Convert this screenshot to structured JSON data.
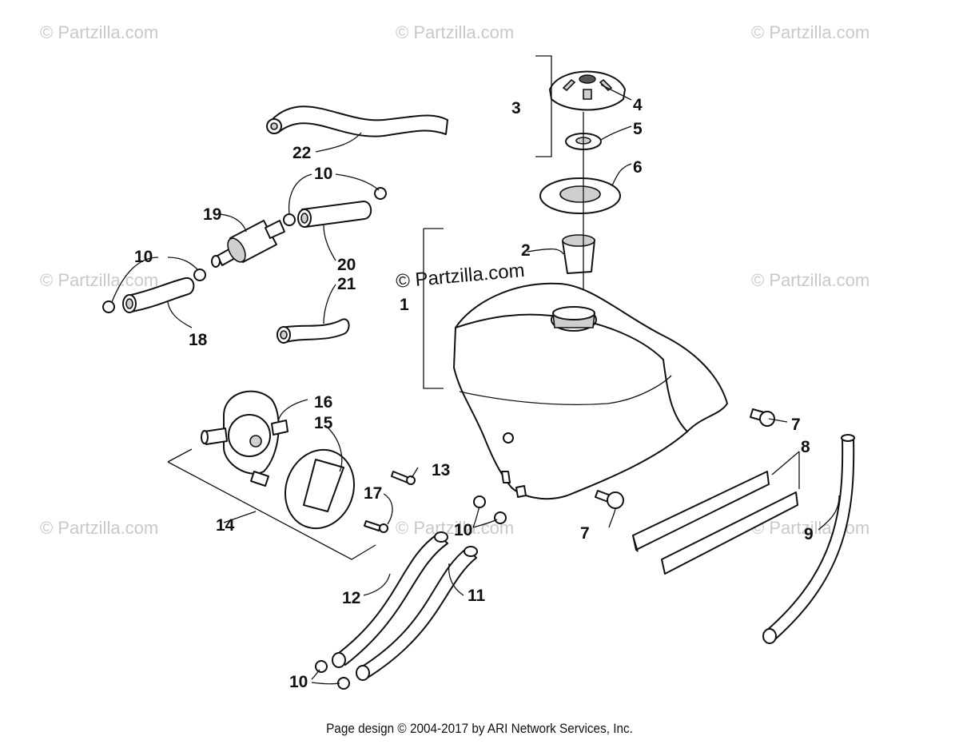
{
  "watermarks": [
    {
      "id": "wm-1",
      "text": "© Partzilla.com"
    },
    {
      "id": "wm-2",
      "text": "© Partzilla.com"
    },
    {
      "id": "wm-3",
      "text": "© Partzilla.com"
    },
    {
      "id": "wm-4",
      "text": "© Partzilla.com"
    },
    {
      "id": "wm-5",
      "text": "© Partzilla.com"
    },
    {
      "id": "wm-6",
      "text": "© Partzilla.com"
    },
    {
      "id": "wm-7",
      "text": "© Partzilla.com"
    },
    {
      "id": "wm-8",
      "text": "© Partzilla.com"
    },
    {
      "id": "wm-9",
      "text": "© Partzilla.com"
    }
  ],
  "center_watermark": "© Partzilla.com",
  "callouts": {
    "c1": "1",
    "c2": "2",
    "c3": "3",
    "c4": "4",
    "c5": "5",
    "c6": "6",
    "c7a": "7",
    "c7b": "7",
    "c8": "8",
    "c9": "9",
    "c10a": "10",
    "c10b": "10",
    "c10c": "10",
    "c10d": "10",
    "c11": "11",
    "c12": "12",
    "c13": "13",
    "c14": "14",
    "c15": "15",
    "c16": "16",
    "c17": "17",
    "c18": "18",
    "c19": "19",
    "c20": "20",
    "c21": "21",
    "c22": "22"
  },
  "footer": "Page design © 2004-2017 by ARI Network Services, Inc.",
  "colors": {
    "line": "#111111",
    "watermark": "#c9c9c9",
    "background": "#ffffff"
  }
}
